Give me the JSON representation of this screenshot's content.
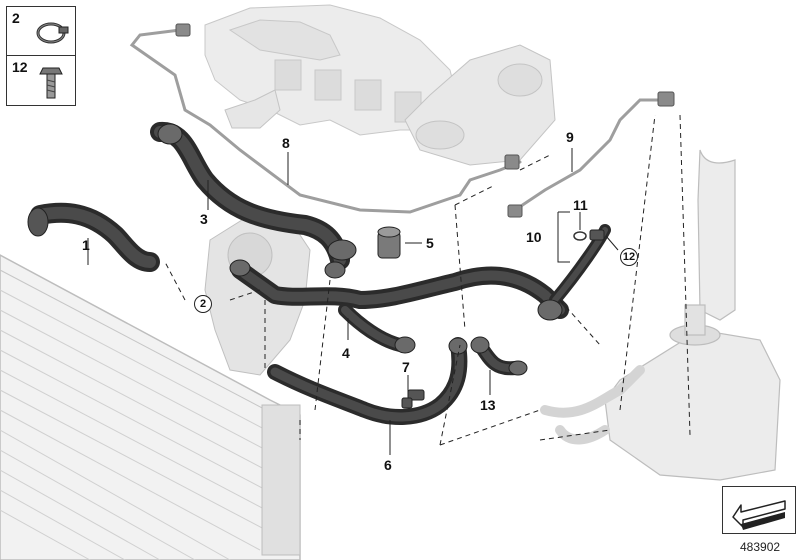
{
  "diagram": {
    "id": "483902",
    "legend": [
      {
        "number": "2",
        "part": "hose-clamp"
      },
      {
        "number": "12",
        "part": "bolt"
      }
    ],
    "callouts": [
      {
        "label": "1",
        "circled": false
      },
      {
        "label": "2",
        "circled": true
      },
      {
        "label": "3",
        "circled": false
      },
      {
        "label": "4",
        "circled": false
      },
      {
        "label": "5",
        "circled": false
      },
      {
        "label": "6",
        "circled": false
      },
      {
        "label": "7",
        "circled": false
      },
      {
        "label": "8",
        "circled": false
      },
      {
        "label": "9",
        "circled": false
      },
      {
        "label": "10",
        "circled": false
      },
      {
        "label": "11",
        "circled": false
      },
      {
        "label": "12",
        "circled": true
      },
      {
        "label": "13",
        "circled": false
      }
    ],
    "nav_icon": "arrow-down-left-icon"
  }
}
